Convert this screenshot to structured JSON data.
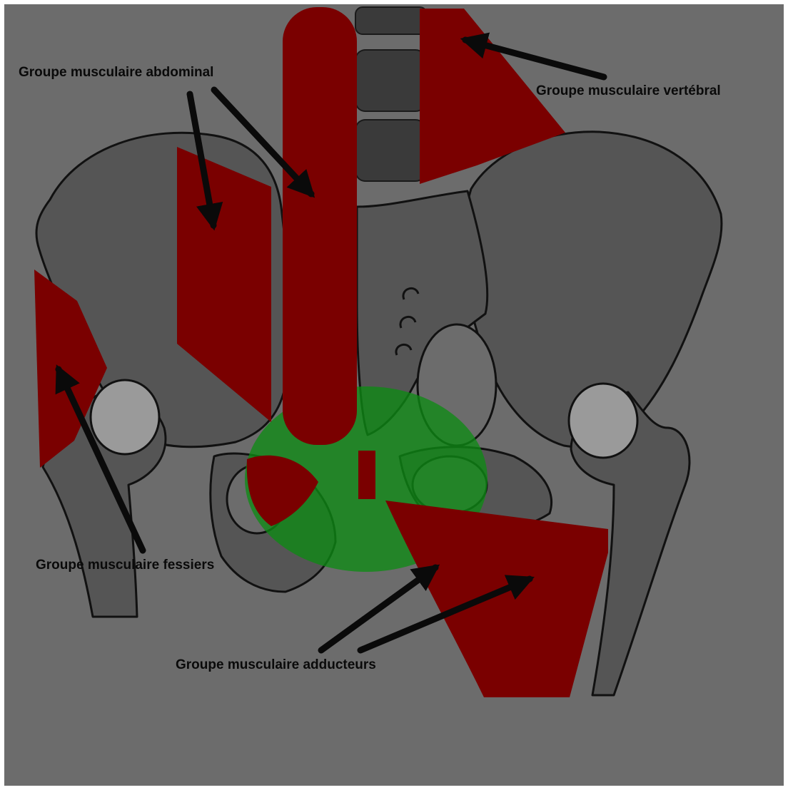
{
  "labels": {
    "abdominal": "Groupe musculaire abdominal",
    "vertebral": "Groupe musculaire vertébral",
    "fessiers": "Groupe musculaire fessiers",
    "adducteurs": "Groupe musculaire adducteurs"
  },
  "colors": {
    "background": "#6c6c6c",
    "bone": "#555555",
    "bone_outline": "#111111",
    "vertebra": "#3a3a3a",
    "muscle": "#7a0000",
    "pelvic_floor": "#0e8a14",
    "arrow": "#0a0a0a",
    "frame": "#ffffff"
  }
}
